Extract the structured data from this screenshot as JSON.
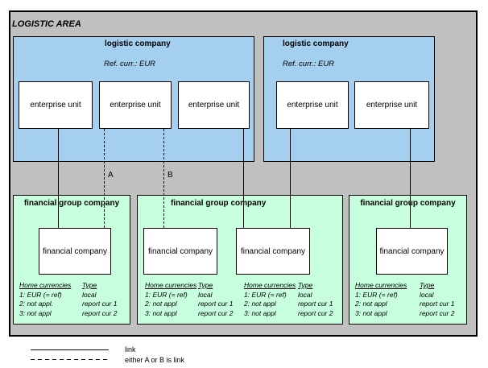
{
  "colors": {
    "background_gray": "#C0C0C0",
    "logistic_blue": "#A5CFEF",
    "financial_green": "#C7FFDE",
    "line_black": "#000000"
  },
  "area": {
    "title": "LOGISTIC AREA"
  },
  "logistic1": {
    "title": "logistic company",
    "ref_currency": "Ref. curr.: EUR",
    "eu1": "enterprise unit",
    "eu2": "enterprise unit",
    "eu3": "enterprise unit"
  },
  "logistic2": {
    "title": "logistic company",
    "ref_currency": "Ref. curr.: EUR",
    "eu1": "enterprise unit",
    "eu2": "enterprise unit"
  },
  "links": {
    "label_a": "A",
    "label_b": "B"
  },
  "group1": {
    "title": "financial group company",
    "fc": "financial company",
    "table": {
      "h1": "Home currencies",
      "h2": "Type",
      "r1c1": "1: EUR (= ref)",
      "r1c2": "local",
      "r2c1": "2: not appl.",
      "r2c2": "report cur 1",
      "r3c1": "3: not appl",
      "r3c2": "report cur 2"
    }
  },
  "group2": {
    "title": "financial group company",
    "fc1": "financial company",
    "fc2": "financial company",
    "table1": {
      "h1": "Home currencies",
      "h2": "Type",
      "r1c1": "1: EUR (= ref)",
      "r1c2": "local",
      "r2c1": "2: not appl",
      "r2c2": "report cur 1",
      "r3c1": "3: not appl",
      "r3c2": "report cur 2"
    },
    "table2": {
      "h1": "Home currencies",
      "h2": "Type",
      "r1c1": "1: EUR (= ref)",
      "r1c2": "local",
      "r2c1": "2: not appl",
      "r2c2": "report cur 1",
      "r3c1": "3: not appl",
      "r3c2": "report cur 2"
    }
  },
  "group3": {
    "title": "financial group company",
    "fc": "financial company",
    "table": {
      "h1": "Home currencies",
      "h2": "Type",
      "r1c1": "1: EUR (= ref)",
      "r1c2": "local",
      "r2c1": "2: not appl",
      "r2c2": "report cur 1",
      "r3c1": "3: not appl",
      "r3c2": "report cur 2"
    }
  },
  "legend": {
    "solid_label": "link",
    "dashed_label": "either A or B is link"
  }
}
